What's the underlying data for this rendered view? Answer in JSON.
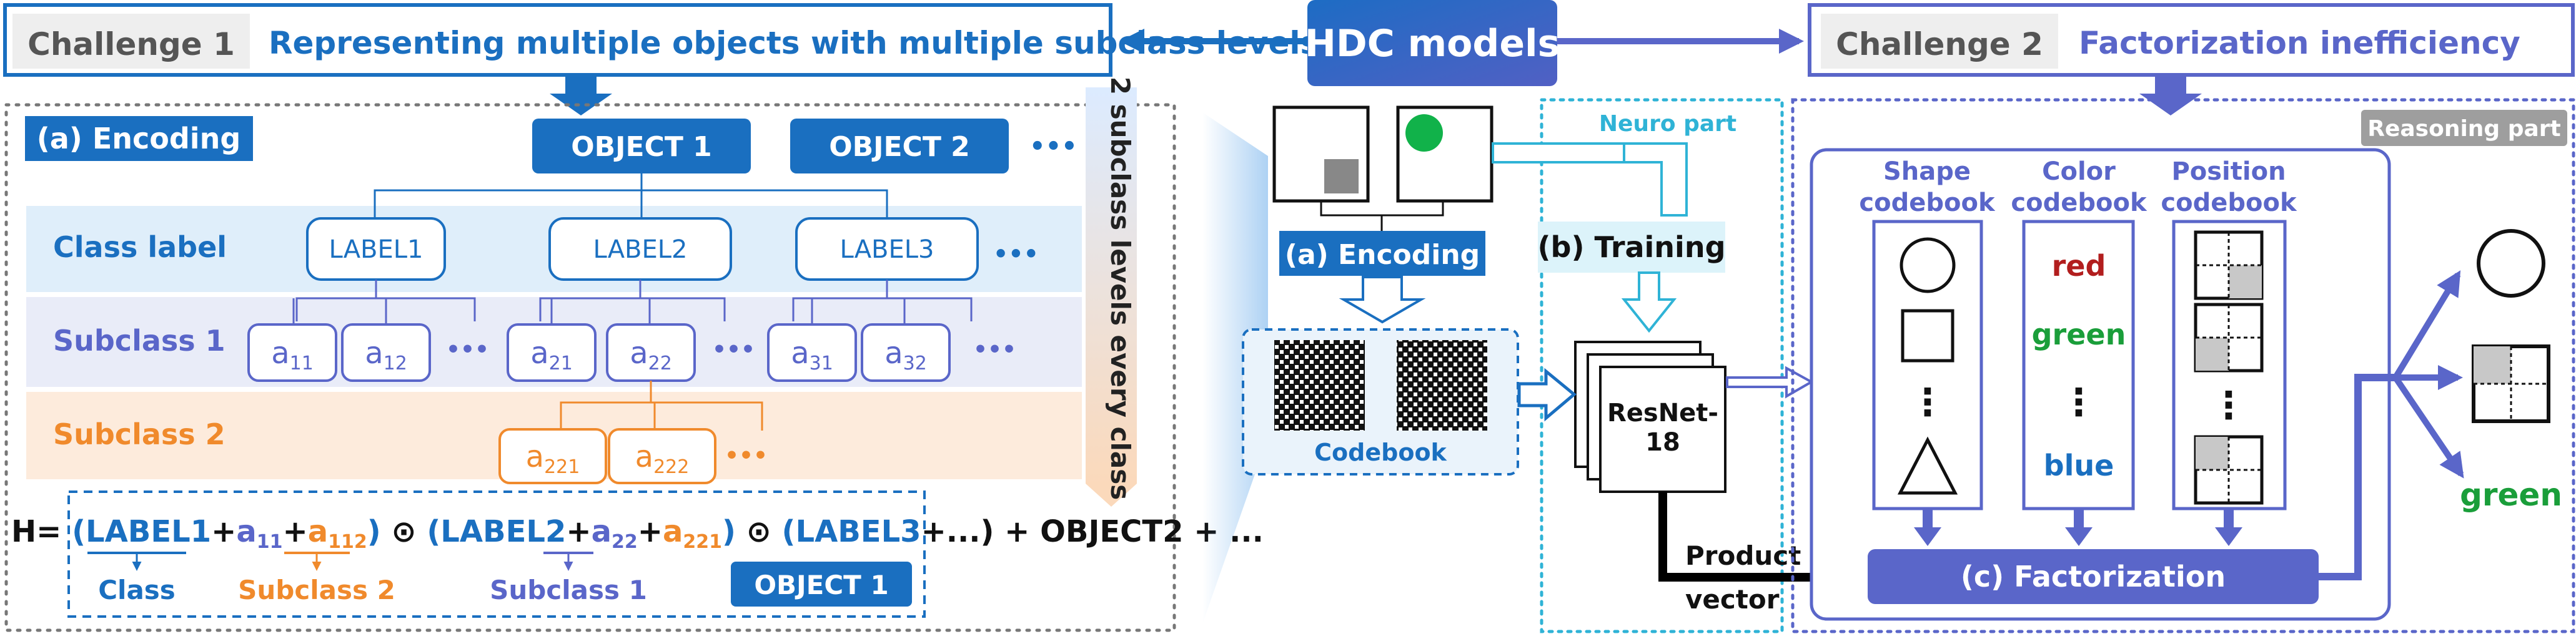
{
  "colors": {
    "blue": "#1a6fc0",
    "purple": "#5a66c9",
    "orange": "#f08a2c",
    "navy": "#2f5aa5",
    "cyan": "#2fb3d6",
    "red": "#b21e1e",
    "green": "#1a9e3a",
    "grey": "#999999"
  },
  "hdc": {
    "title": "HDC models"
  },
  "challenge1": {
    "tag": "Challenge 1",
    "text": "Representing multiple objects with multiple subclass levels"
  },
  "challenge2": {
    "tag": "Challenge 2",
    "text": "Factorization inefficiency"
  },
  "left": {
    "encoding": "(a) Encoding",
    "object1": "OBJECT 1",
    "object2": "OBJECT 2",
    "ellipsis": "•••",
    "rows": {
      "class_label": "Class label",
      "subclass1": "Subclass 1",
      "subclass2": "Subclass 2"
    },
    "labels": [
      "LABEL1",
      "LABEL2",
      "LABEL3"
    ],
    "vertical_note": "2 subclass levels every class",
    "sub1_nodes": [
      {
        "base": "a",
        "sub": "11"
      },
      {
        "base": "a",
        "sub": "12"
      },
      {
        "base": "a",
        "sub": "21"
      },
      {
        "base": "a",
        "sub": "22"
      },
      {
        "base": "a",
        "sub": "31"
      },
      {
        "base": "a",
        "sub": "32"
      }
    ],
    "sub2_nodes": [
      {
        "base": "a",
        "sub": "221"
      },
      {
        "base": "a",
        "sub": "222"
      }
    ],
    "formula": {
      "h": "H=",
      "open": "(",
      "label1": "LABEL1",
      "plus": "+",
      "a": "a",
      "s11": "11",
      "s112": "112",
      "close": ")",
      "odot": "⊙",
      "label2": "LABEL2",
      "s22": "22",
      "s221": "221",
      "label3": "LABEL3",
      "tail3": "+...)",
      "tail": "+ OBJECT2 + ..."
    },
    "formula_labels": {
      "class": "Class",
      "subclass2": "Subclass 2",
      "subclass1": "Subclass 1",
      "object1": "OBJECT 1"
    }
  },
  "middle": {
    "encoding": "(a) Encoding",
    "codebook": "Codebook",
    "neuro": "Neuro part",
    "training": "(b) Training",
    "resnet": [
      "ResNet-",
      "18"
    ],
    "product": [
      "Product",
      "vector"
    ]
  },
  "right": {
    "reasoning": "Reasoning part",
    "codebooks": [
      {
        "title": [
          "Shape",
          "codebook"
        ]
      },
      {
        "title": [
          "Color",
          "codebook"
        ]
      },
      {
        "title": [
          "Position",
          "codebook"
        ]
      }
    ],
    "colors_list": [
      "red",
      "green",
      "blue"
    ],
    "factorization": "(c) Factorization",
    "output_color": "green"
  }
}
